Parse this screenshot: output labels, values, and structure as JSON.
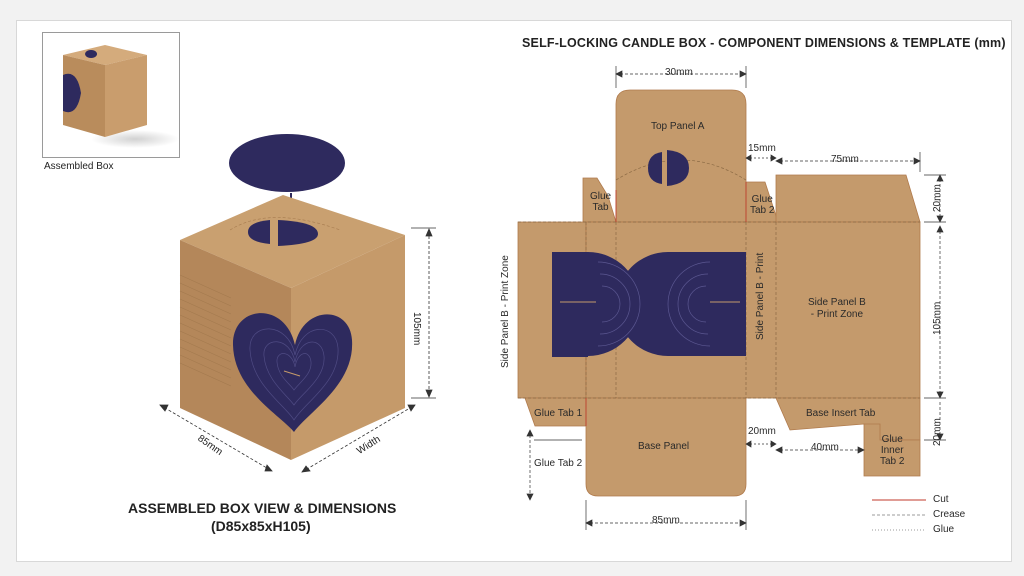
{
  "colors": {
    "kraft": "#c49a6c",
    "kraft_dark": "#a67b4f",
    "kraft_side": "#b5895b",
    "ink": "#2e2a5e",
    "cut": "#c0392b",
    "crease": "#9b9b9b",
    "dim": "#333333"
  },
  "thumbnail": {
    "caption": "Assembled Box"
  },
  "assembled": {
    "title_line1": "ASSEMBLED BOX VIEW & DIMENSIONS",
    "title_line2": "(D85x85xH105)",
    "dim_depth": "85mm",
    "dim_width": "Width",
    "dim_height": "105mm"
  },
  "template": {
    "title": "SELF-LOCKING CANDLE BOX - COMPONENT DIMENSIONS & TEMPLATE (mm)",
    "panels": {
      "top_panel_a": "Top Panel A",
      "glue_tab": [
        "Glue",
        "Tab"
      ],
      "glue_tab_2_top": [
        "Glue",
        "Tab 2"
      ],
      "side_panel_b_left": "Side Panel B - Print Zone",
      "side_panel_b_mid": "Side Panel B - Print",
      "side_panel_b_right": [
        "Side Panel B",
        "- Print Zone"
      ],
      "glue_tab_1": "Glue Tab 1",
      "glue_tab_2_bottom": "Glue Tab 2",
      "base_panel": "Base Panel",
      "base_insert_tab": "Base Insert Tab",
      "glue_inner_tab_2": [
        "Glue",
        "Inner",
        "Tab 2"
      ]
    },
    "dimensions": {
      "d30": "30mm",
      "d15": "15mm",
      "d75": "75mm",
      "d20a": "20mm",
      "d105": "105mm",
      "d20b": "20mm",
      "d20c": "20mm",
      "d40": "40mm",
      "d85": "85mm"
    },
    "legend": [
      {
        "label": "Cut",
        "style": "cut"
      },
      {
        "label": "Crease",
        "style": "crease"
      },
      {
        "label": "Glue",
        "style": "glue"
      }
    ]
  }
}
